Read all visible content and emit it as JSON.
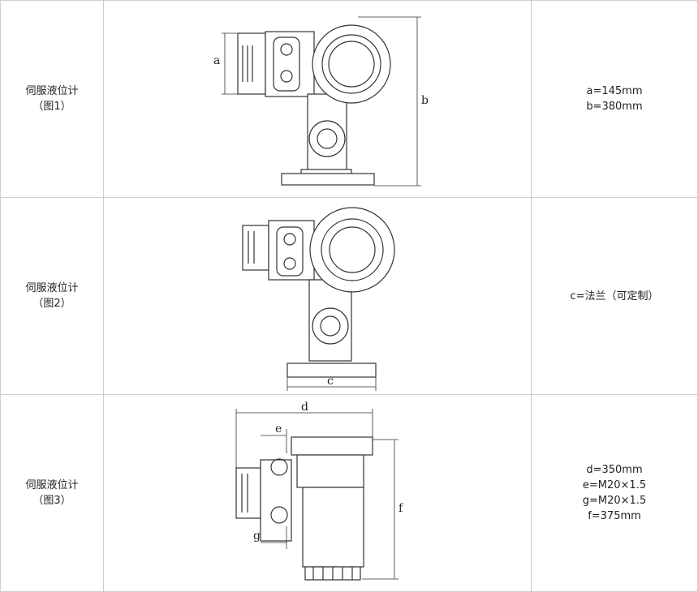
{
  "rows": [
    {
      "name": "伺服液位计",
      "figure": "（图1）",
      "dims": {
        "a": "a",
        "b": "b"
      },
      "specs": [
        "a=145mm",
        "b=380mm"
      ]
    },
    {
      "name": "伺服液位计",
      "figure": "（图2）",
      "dims": {
        "c": "c"
      },
      "specs": [
        "c=法兰（可定制）"
      ]
    },
    {
      "name": "伺服液位计",
      "figure": "（图3）",
      "dims": {
        "d": "d",
        "e": "e",
        "f": "f",
        "g": "g"
      },
      "specs": [
        "d=350mm",
        "e=M20×1.5",
        "g=M20×1.5",
        "f=375mm"
      ]
    }
  ]
}
